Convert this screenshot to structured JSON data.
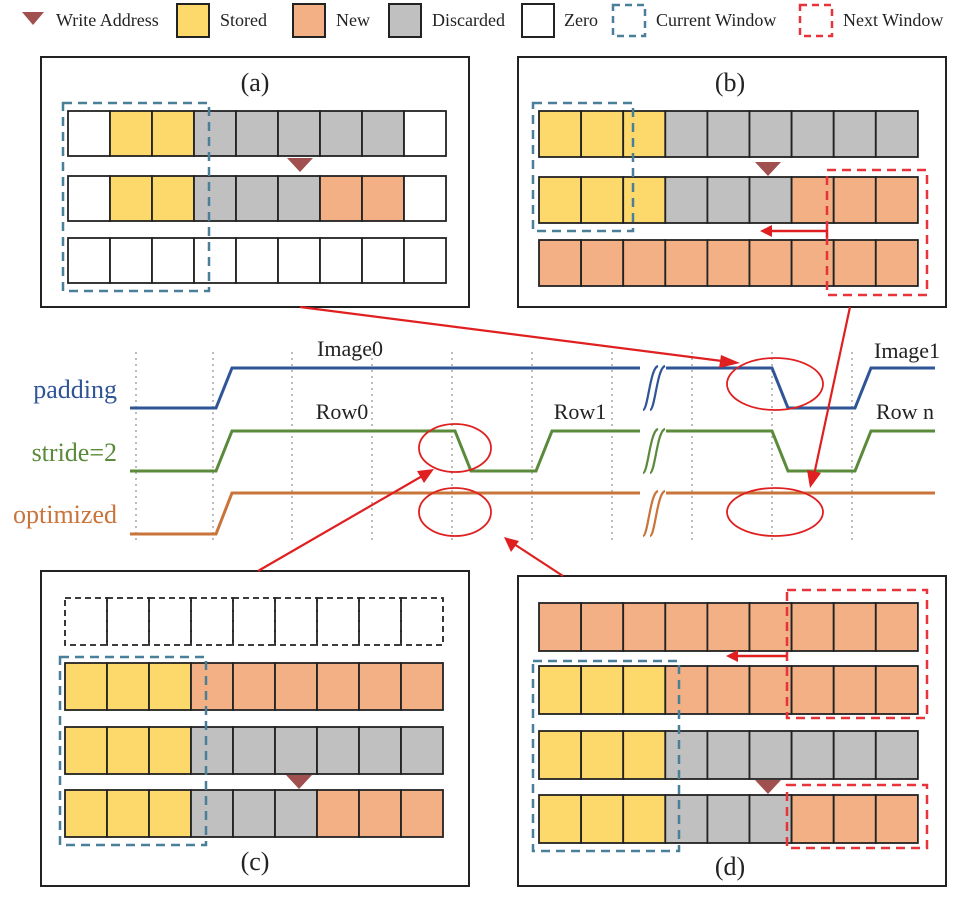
{
  "legend": {
    "write_address": "Write Address",
    "stored": "Stored",
    "new": "New",
    "discarded": "Discarded",
    "zero": "Zero",
    "current_window": "Current Window",
    "next_window": "Next Window"
  },
  "panels": {
    "a": {
      "label": "(a)",
      "rows": [
        [
          "zero",
          "stored",
          "stored",
          "discarded",
          "discarded",
          "discarded",
          "discarded",
          "discarded",
          "zero"
        ],
        [
          "zero",
          "stored",
          "stored",
          "discarded",
          "discarded",
          "discarded",
          "new",
          "new",
          "zero"
        ],
        [
          "zero",
          "zero",
          "zero",
          "zero",
          "zero",
          "zero",
          "zero",
          "zero",
          "zero"
        ]
      ]
    },
    "b": {
      "label": "(b)",
      "rows": [
        [
          "stored",
          "stored",
          "stored",
          "discarded",
          "discarded",
          "discarded",
          "discarded",
          "discarded",
          "discarded"
        ],
        [
          "stored",
          "stored",
          "stored",
          "discarded",
          "discarded",
          "discarded",
          "new",
          "new",
          "new"
        ],
        [
          "new",
          "new",
          "new",
          "new",
          "new",
          "new",
          "new",
          "new",
          "new"
        ]
      ]
    },
    "c": {
      "label": "(c)",
      "rows": [
        [
          "empty",
          "empty",
          "empty",
          "empty",
          "empty",
          "empty",
          "empty",
          "empty",
          "empty"
        ],
        [
          "stored",
          "stored",
          "stored",
          "new",
          "new",
          "new",
          "new",
          "new",
          "new"
        ],
        [
          "stored",
          "stored",
          "stored",
          "discarded",
          "discarded",
          "discarded",
          "discarded",
          "discarded",
          "discarded"
        ],
        [
          "stored",
          "stored",
          "stored",
          "discarded",
          "discarded",
          "discarded",
          "new",
          "new",
          "new"
        ]
      ]
    },
    "d": {
      "label": "(d)",
      "rows": [
        [
          "new",
          "new",
          "new",
          "new",
          "new",
          "new",
          "new",
          "new",
          "new"
        ],
        [
          "stored",
          "stored",
          "stored",
          "new",
          "new",
          "new",
          "new",
          "new",
          "new"
        ],
        [
          "stored",
          "stored",
          "stored",
          "discarded",
          "discarded",
          "discarded",
          "discarded",
          "discarded",
          "discarded"
        ],
        [
          "stored",
          "stored",
          "stored",
          "discarded",
          "discarded",
          "discarded",
          "new",
          "new",
          "new"
        ]
      ]
    }
  },
  "signals": {
    "padding": "padding",
    "stride": "stride=2",
    "optimized": "optimized"
  },
  "wave_labels": {
    "image0": "Image0",
    "image1": "Image1",
    "row0": "Row0",
    "row1": "Row1",
    "rown": "Row n"
  },
  "colors": {
    "stored": "#fcd96a",
    "new": "#f2b084",
    "discarded": "#c0c0c0",
    "zero": "#ffffff",
    "current_window": "#4a7f9a",
    "next_window": "#e8333a",
    "write_address": "#a0504f",
    "padding_signal": "#2f5597",
    "stride_signal": "#5a8a3a",
    "optimized_signal": "#c8743a",
    "arrow": "#e02020"
  }
}
